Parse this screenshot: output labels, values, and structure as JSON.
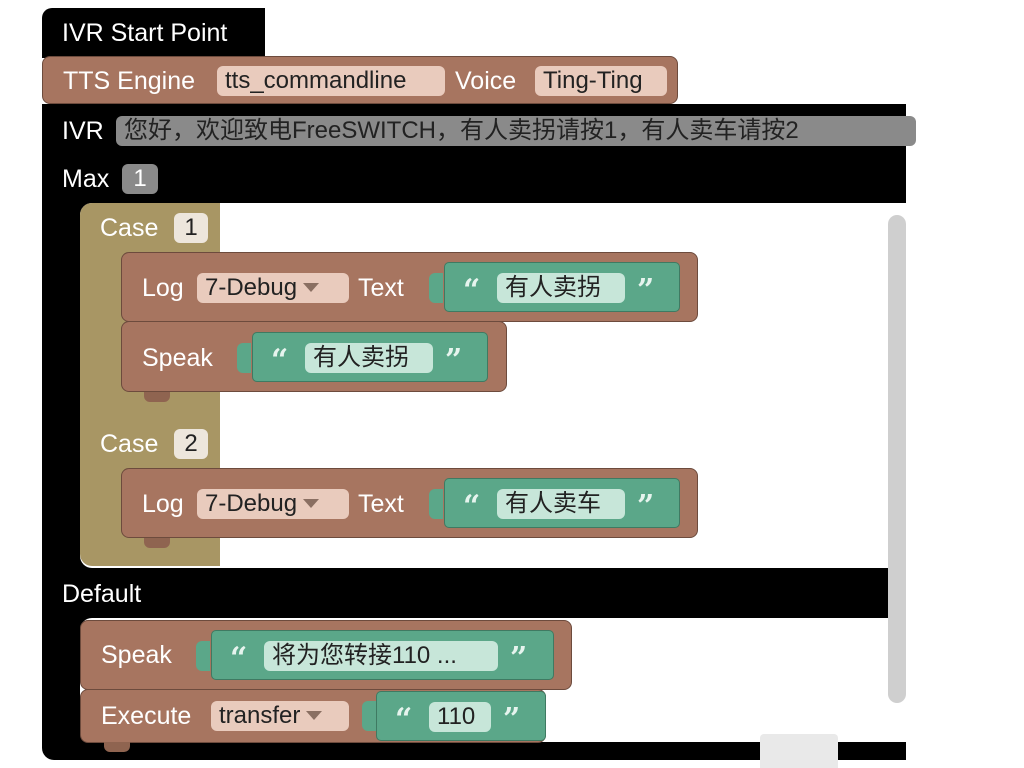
{
  "start_block": {
    "label": "IVR Start Point"
  },
  "tts_block": {
    "engine_label": "TTS Engine",
    "engine_value": "tts_commandline",
    "voice_label": "Voice",
    "voice_value": "Ting-Ting"
  },
  "ivr_block": {
    "label": "IVR",
    "prompt": "您好，欢迎致电FreeSWITCH，有人卖拐请按1，有人卖车请按2",
    "max_label": "Max",
    "max_value": "1",
    "default_label": "Default"
  },
  "cases": [
    {
      "label": "Case",
      "value": "1",
      "log": {
        "label": "Log",
        "level": "7-Debug",
        "text_label": "Text",
        "text": "有人卖拐"
      },
      "speak": {
        "label": "Speak",
        "text": "有人卖拐"
      }
    },
    {
      "label": "Case",
      "value": "2",
      "log": {
        "label": "Log",
        "level": "7-Debug",
        "text_label": "Text",
        "text": "有人卖车"
      }
    }
  ],
  "default": {
    "speak": {
      "label": "Speak",
      "text": "将为您转接110 ..."
    },
    "execute": {
      "label": "Execute",
      "app": "transfer",
      "arg": "110"
    }
  },
  "icons": {
    "open_quote": "“",
    "close_quote": "”",
    "dropdown": "dropdown-arrow-icon"
  },
  "colors": {
    "procedure": "#a77560",
    "text": "#5ba789",
    "switch": "#a89664",
    "ivr": "#000000"
  }
}
